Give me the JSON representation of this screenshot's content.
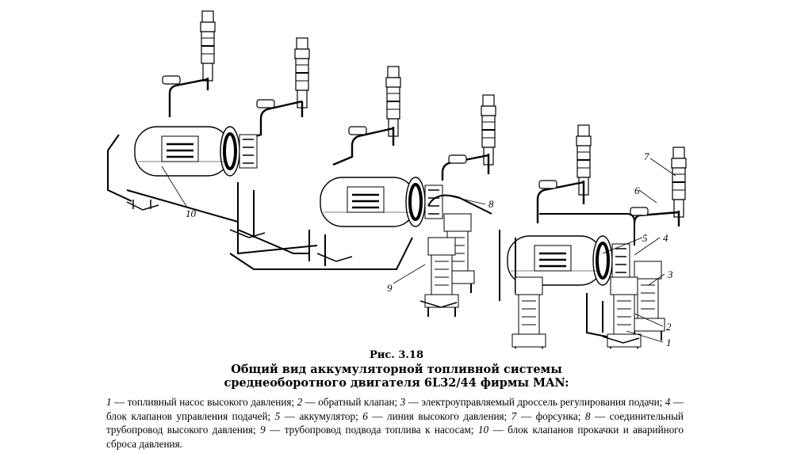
{
  "figure": {
    "callouts": [
      "1",
      "2",
      "3",
      "4",
      "5",
      "6",
      "7",
      "8",
      "9",
      "10"
    ]
  },
  "caption": {
    "number": "Рис. 3.18",
    "title_line1": "Общий вид аккумуляторной топливной системы",
    "title_line2": "среднеоборотного двигателя 6L32/44 фирмы MAN:"
  },
  "legend": [
    {
      "num": "1",
      "text": " — топливный насос высокого давления; "
    },
    {
      "num": "2",
      "text": " — обратный клапан; "
    },
    {
      "num": "3",
      "text": " — электроуправляемый дроссель регулирования подачи; "
    },
    {
      "num": "4",
      "text": " — блок клапанов управления подачей; "
    },
    {
      "num": "5",
      "text": " — аккумулятор; "
    },
    {
      "num": "6",
      "text": " — линия высокого давления; "
    },
    {
      "num": "7",
      "text": " — форсунка; "
    },
    {
      "num": "8",
      "text": " — соединительный трубопровод высокого давления; "
    },
    {
      "num": "9",
      "text": " — трубопровод подвода топлива к насосам; "
    },
    {
      "num": "10",
      "text": " — блок клапанов прокачки и аварийного сброса давления."
    }
  ]
}
